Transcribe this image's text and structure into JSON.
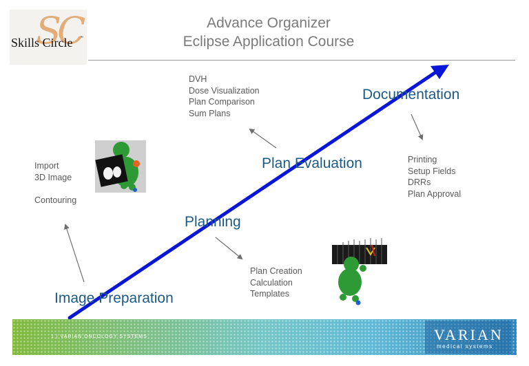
{
  "logo": {
    "monogram": "SC",
    "text": "Skills Circle",
    "tm": "™"
  },
  "title": {
    "line1": "Advance Organizer",
    "line2": "Eclipse Application Course"
  },
  "stages": {
    "image_preparation": "Image Preparation",
    "planning": "Planning",
    "plan_evaluation": "Plan Evaluation",
    "documentation": "Documentation"
  },
  "lists": {
    "image_preparation": [
      "Import",
      "3D Image",
      "Contouring"
    ],
    "planning": [
      "Plan Creation",
      "Calculation",
      "Templates"
    ],
    "plan_evaluation": [
      "DVH",
      "Dose Visualization",
      "Plan Comparison",
      "Sum Plans"
    ],
    "documentation": [
      "Printing",
      "Setup Fields",
      "DRRs",
      "Plan Approval"
    ]
  },
  "footer": {
    "page_text": "1  |  VARIAN ONCOLOGY SYSTEMS",
    "brand": "VARIAN",
    "brand_sub": "medical systems"
  },
  "colors": {
    "arrow": "#0a16d6",
    "stage_text": "#1c5a86",
    "list_text": "#5a5a5a",
    "figure": "#2e9a36",
    "footer_left": "#80ba3c",
    "footer_right": "#2f86bb"
  }
}
